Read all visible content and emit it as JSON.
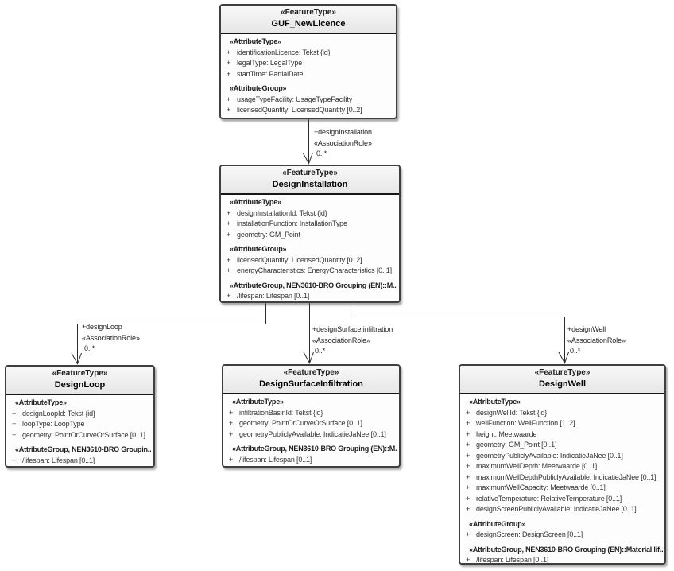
{
  "colors": {
    "box_border": "#3f3f3f",
    "header_fill": "#ededed",
    "body_fill": "#fdfdfd",
    "connector": "#2b2b2b",
    "attribute_text": "#333333"
  },
  "visibility_symbol": "+",
  "classes": [
    {
      "stereotype": "«FeatureType»",
      "name": "GUF_NewLicence",
      "sections": [
        {
          "header": "«AttributeType»",
          "attributes": [
            "identificationLicence: Tekst {id}",
            "legalType: LegalType",
            "startTime: PartialDate"
          ]
        },
        {
          "header": "«AttributeGroup»",
          "attributes": [
            "usageTypeFacility: UsageTypeFacility",
            "licensedQuantity: LicensedQuantity [0..2]"
          ]
        }
      ]
    },
    {
      "stereotype": "«FeatureType»",
      "name": "DesignInstallation",
      "sections": [
        {
          "header": "«AttributeType»",
          "attributes": [
            "designInstallationId: Tekst {id}",
            "installationFunction: InstallationType",
            "geometry: GM_Point"
          ]
        },
        {
          "header": "«AttributeGroup»",
          "attributes": [
            "licensedQuantity: LicensedQuantity [0..2]",
            "energyCharacteristics: EnergyCharacteristics [0..1]"
          ]
        },
        {
          "header": "«AttributeGroup, NEN3610-BRO Grouping (EN)::M...",
          "attributes": [
            "/lifespan: Lifespan [0..1]"
          ]
        }
      ]
    },
    {
      "stereotype": "«FeatureType»",
      "name": "DesignLoop",
      "sections": [
        {
          "header": "«AttributeType»",
          "attributes": [
            "designLoopId: Tekst {id}",
            "loopType: LoopType",
            "geometry: PointOrCurveOrSurface [0..1]"
          ]
        },
        {
          "header": "«AttributeGroup, NEN3610-BRO Groupin...",
          "attributes": [
            "/lifespan: Lifespan [0..1]"
          ]
        }
      ]
    },
    {
      "stereotype": "«FeatureType»",
      "name": "DesignSurfaceInfiltration",
      "sections": [
        {
          "header": "«AttributeType»",
          "attributes": [
            "infiltrationBasinId: Tekst {id}",
            "geometry: PointOrCurveOrSurface [0..1]",
            "geometryPubliclyAvailable: IndicatieJaNee [0..1]"
          ]
        },
        {
          "header": "«AttributeGroup, NEN3610-BRO Grouping (EN)::M...",
          "attributes": [
            "/lifespan: Lifespan [0..1]"
          ]
        }
      ]
    },
    {
      "stereotype": "«FeatureType»",
      "name": "DesignWell",
      "sections": [
        {
          "header": "«AttributeType»",
          "attributes": [
            "designWellId: Tekst {id}",
            "wellFunction: WellFunction [1..2]",
            "height: Meetwaarde",
            "geometry: GM_Point [0..1]",
            "geometryPubliclyAvailable: IndicatieJaNee [0..1]",
            "maximumWellDepth: Meetwaarde [0..1]",
            "maximumWellDepthPubliclyAvailable: IndicatieJaNee [0..1]",
            "maximumWellCapacity: Meetwaarde [0..1]",
            "relativeTemperature: RelativeTemperature [0..1]",
            "designScreenPubliclyAvailable: IndicatieJaNee [0..1]"
          ]
        },
        {
          "header": "«AttributeGroup»",
          "attributes": [
            "designScreen: DesignScreen [0..1]"
          ]
        },
        {
          "header": "«AttributeGroup, NEN3610-BRO Grouping (EN)::Material lif...",
          "attributes": [
            "/lifespan: Lifespan [0..1]"
          ]
        }
      ]
    }
  ],
  "associations": [
    {
      "source": "GUF_NewLicence",
      "target": "DesignInstallation",
      "role": "+designInstallation",
      "stereotype": "«AssociationRole»",
      "multiplicity": "0..*"
    },
    {
      "source": "DesignInstallation",
      "target": "DesignLoop",
      "role": "+designLoop",
      "stereotype": "«AssociationRole»",
      "multiplicity": "0..*"
    },
    {
      "source": "DesignInstallation",
      "target": "DesignSurfaceInfiltration",
      "role": "+designSurfaceIinfiltration",
      "stereotype": "«AssociationRole»",
      "multiplicity": "0..*"
    },
    {
      "source": "DesignInstallation",
      "target": "DesignWell",
      "role": "+designWell",
      "stereotype": "«AssociationRole»",
      "multiplicity": "0..*"
    }
  ]
}
